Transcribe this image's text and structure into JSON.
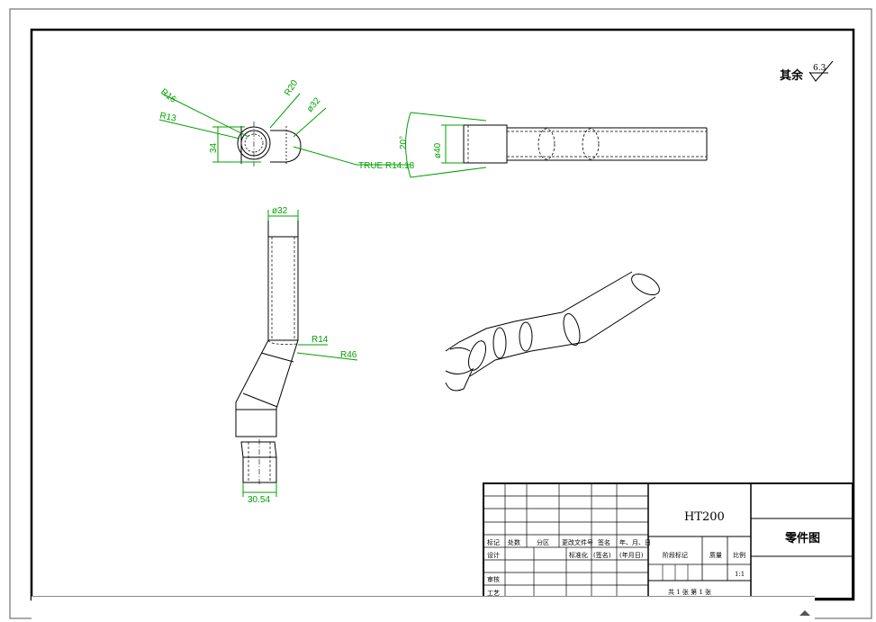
{
  "roughness": {
    "label": "其余",
    "value": "6.3"
  },
  "top_view": {
    "r16": "R16",
    "r20": "R20",
    "phi32": "ø32",
    "r13": "R13",
    "h34": "34",
    "true_r": "TRUE R14.18"
  },
  "right_view": {
    "phi40": "ø40",
    "angle": "20°"
  },
  "front_view": {
    "phi32": "ø32",
    "r14": "R14",
    "r46": "R46",
    "w": "30.54"
  },
  "title_block": {
    "material": "HT200",
    "drawing_name": "零件图",
    "headers": [
      "标记",
      "处数",
      "分区",
      "更改文件号",
      "签名",
      "年、月、日"
    ],
    "row_design": [
      "设计",
      "标准化",
      "(签名)",
      "(年月日)"
    ],
    "stage_labels": [
      "阶段标记",
      "质量",
      "比例"
    ],
    "scale": "1:1",
    "review": "审核",
    "process": "工艺",
    "sheets": "共 1 张 第 1 张"
  }
}
